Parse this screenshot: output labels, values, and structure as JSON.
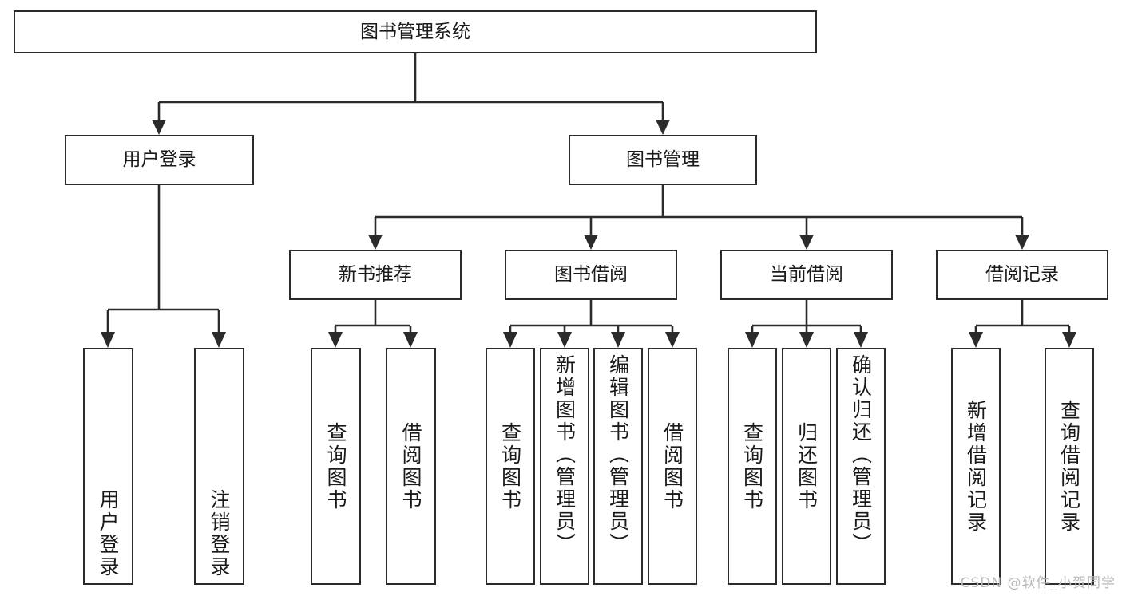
{
  "diagram": {
    "type": "tree-hierarchy",
    "title": "图书管理系统",
    "watermark": "CSDN @软件_小贺同学",
    "colors": {
      "stroke": "#2b2b2b",
      "fill": "#ffffff",
      "text": "#1a1a1a",
      "watermark": "#b9b9b9"
    },
    "nodes": {
      "root": {
        "label": "图书管理系统",
        "level": 0
      },
      "l1": [
        {
          "id": "user_login",
          "label": "用户登录"
        },
        {
          "id": "book_manage",
          "label": "图书管理"
        }
      ],
      "l2": [
        {
          "id": "new_book_rec",
          "label": "新书推荐"
        },
        {
          "id": "book_borrow",
          "label": "图书借阅"
        },
        {
          "id": "current_borrow",
          "label": "当前借阅"
        },
        {
          "id": "borrow_record",
          "label": "借阅记录"
        }
      ],
      "leaves": {
        "user_login": [
          {
            "id": "leaf_user_login",
            "label": "用户登录"
          },
          {
            "id": "leaf_logout",
            "label": "注销登录"
          }
        ],
        "new_book_rec": [
          {
            "id": "leaf_query_book_1",
            "label": "查询图书"
          },
          {
            "id": "leaf_borrow_book_1",
            "label": "借阅图书"
          }
        ],
        "book_borrow": [
          {
            "id": "leaf_query_book_2",
            "label": "查询图书"
          },
          {
            "id": "leaf_add_book",
            "label": "新增图书（管理员）"
          },
          {
            "id": "leaf_edit_book",
            "label": "编辑图书（管理员）"
          },
          {
            "id": "leaf_borrow_book_2",
            "label": "借阅图书"
          }
        ],
        "current_borrow": [
          {
            "id": "leaf_query_book_3",
            "label": "查询图书"
          },
          {
            "id": "leaf_return_book",
            "label": "归还图书"
          },
          {
            "id": "leaf_confirm_return",
            "label": "确认归还（管理员）"
          }
        ],
        "borrow_record": [
          {
            "id": "leaf_add_record",
            "label": "新增借阅记录"
          },
          {
            "id": "leaf_query_record",
            "label": "查询借阅记录"
          }
        ]
      }
    }
  }
}
